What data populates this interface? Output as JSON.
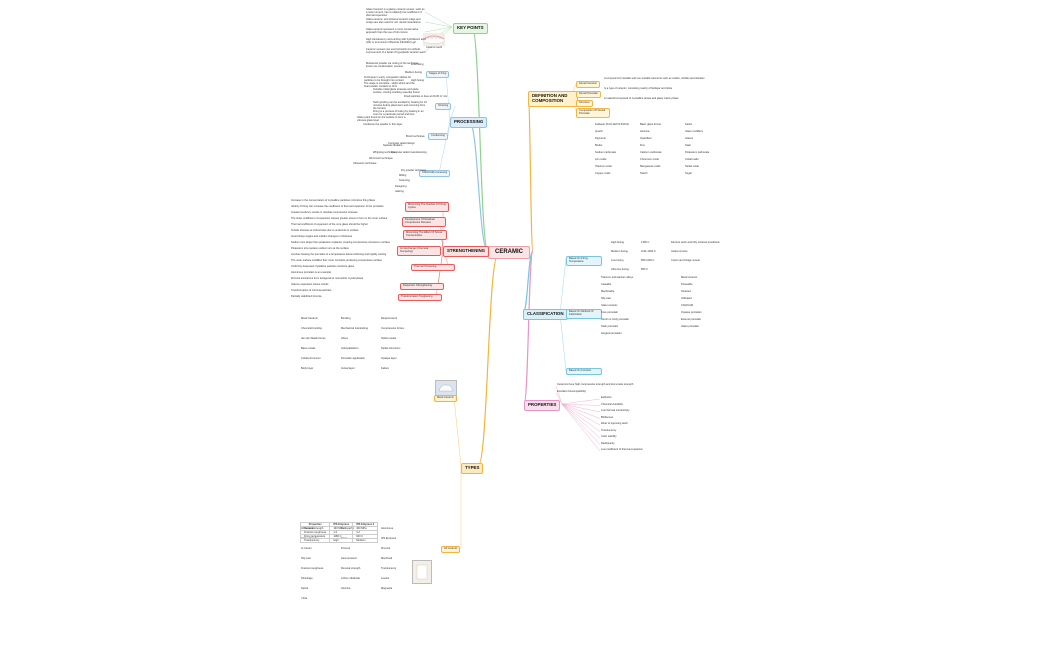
{
  "root": {
    "label": "CERAMIC"
  },
  "main": [
    {
      "id": "key",
      "label": "KEY POINTS",
      "color": "#8fd18f",
      "bg": "#e5f7e2"
    },
    {
      "id": "processing",
      "label": "PROCESSING",
      "color": "#8fc4e6",
      "bg": "#dcedfa"
    },
    {
      "id": "strengthening",
      "label": "STRENGTHENING",
      "color": "#e95b5b",
      "bg": "#fbe0e0"
    },
    {
      "id": "definition",
      "label": "DEFINITION AND COMPOSITION",
      "color": "#f0b545",
      "bg": "#fff1c9"
    },
    {
      "id": "classification",
      "label": "CLASSIFICATION",
      "color": "#77c6e0",
      "bg": "#d8f0f8"
    },
    {
      "id": "properties",
      "label": "PROPERTIES",
      "color": "#e695c5",
      "bg": "#f9e0ef"
    },
    {
      "id": "types",
      "label": "TYPES",
      "color": "#f3b43a",
      "bg": "#fde9bf"
    }
  ],
  "sub": {
    "glass_firing": "Stages of firing",
    "sintering": "Sintering",
    "condensing": "Condensing",
    "cad_cam": "CAD/CAM processing",
    "minimizing_number": "Minimizing The Number Of Firing Cycles",
    "residual_stress": "Development Of Residual Compressive Stresses",
    "minimizing_stress": "Minimizing The Effect Of Stress Concentration",
    "ion_exchange": "Ion Exchange (Chemical Tempering)",
    "thermal_tempering": "Thermal Tempering",
    "dispersion": "Dispersion Strengthening",
    "transformation": "Transformation Toughening",
    "dental_ceramic": "Dental Ceramic",
    "dental_porcelain": "Dental Porcelain",
    "structure": "Structure",
    "composition": "Composition Of Dental Porcelain",
    "based_firing": "Based On Firing Temperature",
    "based_method": "Based On Method Of Fabrication",
    "based_function": "Based On Function",
    "metal_ceramic": "Metal Ceramic",
    "all_ceramic": "All Ceramic",
    "teeth_label": "Ceramic teeth"
  },
  "key_points": [
    "Glass Ceramic is a glassy ceramic veneer, such as a resin cement, has a relatively low coefficient of thermal expansion",
    "Glass-ceramic, and sintered ceramic inlays and onlays are also used for ant. dental restorations",
    "Glass-ceramic represent a more conservative approach than the use of full crowns",
    "High translucency and etching with hydrofluoric acid (HF) or ammonium bifluoride (NH4HF2) gel",
    "Ceramic veneers are used primarily for esthetic improvement of a facial of hypoplastic anterior teeth"
  ],
  "processing_leaves": [
    "Moistened powder via mixing of the technique, known as condensation process",
    "Low fusing",
    "Medium fusing",
    "High fusing",
    "Technique in early, compaction allows for particles to be brought into contact",
    "The stage is complete - slight shrink and the final powder contacts to form",
    "Includes initial glaze stresses and glaze surface, crazing cracking area like fusion",
    "Fired particles to fuse at 20-30 C/ min",
    "Swift grinding can be avoided by heating for 10 minutes before placement and removing from the furnace",
    "Firing is a process of fusing by heating in an oven for a particular period and time",
    "Glaze paint found on the surface to form a vitreous glass layer",
    "Condense the powder in thin layer",
    "Brush technique",
    "Spatula vibration",
    "Whipping technique",
    "Wet brush technique",
    "Ultrasonic technique",
    "Dry powder technique",
    "Computer aided design",
    "Computer aided manufacturing",
    "Milling",
    "Scanning",
    "Designing",
    "Glazing"
  ],
  "strength_leaves": [
    "Increase in the concentration of crystalline particles minimizes firing flaws",
    "Variety of firing can increase the coefficient of thermal expansion of the porcelain",
    "Greater tendency results in residual compressive stresses",
    "The lower coefficient of expansion causes greater stress to form in the inner surface",
    "Thermal coefficient of expansion of the core glass should be higher",
    "Tensile stresses at critical sites due to undercuts in surface",
    "Avoid sharp angles and sudden changes in thickness",
    "Sodium ions larger than potassium replaced, creating compressive stresses in surface",
    "Potassium ions replace sodium ions at the surface",
    "Involves heating the porcelain to a temperature below softening and rapidly cooling",
    "The outer surface solidifies first; inner contracts producing compressive surface",
    "Uniformly dispersed crystalline particles reinforce glass",
    "Aluminous porcelain is an example",
    "Zirconia transforms from tetragonal to monoclinic crystal phase",
    "Volume expansion closes cracks",
    "Transformation of zirconia particles",
    "Partially stabilized zirconia"
  ],
  "definition_leaves": [
    "A compound of metallic and non-metallic elements such as oxides, nitrides and silicates",
    "Is a type of ceramic, consisting mainly of feldspar and silica",
    "A material composed of crystalline phase and glass matrix phase",
    "Feldspar (K2O-Al2O3-6SiO2)",
    "Basic glass former",
    "Kaolin",
    "Quartz",
    "Alumina",
    "Glass modifiers",
    "Pigments",
    "Opacifiers",
    "Glazes",
    "Binder",
    "Flux",
    "Stain",
    "Sodium carbonate",
    "Calcium carbonate",
    "Potassium carbonate",
    "Iron oxide",
    "Chromium oxide",
    "Cobalt salts",
    "Titanium oxide",
    "Manganese oxide",
    "Nickel oxide",
    "Copper oxide",
    "Starch",
    "Sugar"
  ],
  "class_leaves": [
    "High fusing",
    "1300 C",
    "Denture teeth and fully sintered prosthesis",
    "Medium fusing",
    "1101-1300 C",
    "Jacket crowns",
    "Low fusing",
    "850-1100 C",
    "Crown and bridge veneer",
    "Ultra low fusing",
    "850 C",
    "Titanium and titanium alloys",
    "Metal ceramic",
    "Castable",
    "Pressable",
    "Machinable",
    "Sintered",
    "Slip cast",
    "Infiltrated",
    "Glass ceramic",
    "CAD/CAM",
    "Core porcelain",
    "Opaque porcelain",
    "Dentin or body porcelain",
    "Enamel porcelain",
    "Stain porcelain",
    "Glaze porcelain",
    "Gingival porcelain"
  ],
  "prop_leaves": [
    "Ceramics have high compressive strength and low tensile strength",
    "Excellent biocompatibility",
    "Esthetics",
    "Chemical durability",
    "Low thermal conductivity",
    "Brittleness",
    "Wear of opposing teeth",
    "Translucency",
    "Color stability",
    "Radiopacity",
    "Low coefficient of thermal expansion"
  ],
  "types_leaves": [
    "Metal Ceramic",
    "Bonding",
    "Requirements",
    "Chemical bonding",
    "Mechanical interlocking",
    "Compressive forces",
    "Van der Waals forces",
    "Alloys",
    "Noble metals",
    "Base metals",
    "Gold-palladium",
    "Nickel-chromium",
    "Cobalt-chromium",
    "Porcelain application",
    "Opaque layer",
    "Body layer",
    "Incisal layer",
    "Failure",
    "All Ceramic",
    "Feldspathic",
    "Aluminous",
    "Glass ceramic",
    "Dicor",
    "IPS Empress",
    "In-Ceram",
    "Procera",
    "Zirconia",
    "Slip cast",
    "Heat pressed",
    "Machined",
    "Fracture toughness",
    "Flexural strength",
    "Translucency",
    "Shrinkage",
    "Lithium disilicate",
    "Leucite",
    "Spinel",
    "Alumina",
    "Magnesia",
    "Yttria"
  ],
  "table": {
    "headers": [
      "Properties",
      "IPS Empress",
      "IPS Empress 2"
    ],
    "rows": [
      [
        "Flexural strength",
        "160 MPa",
        "400 MPa"
      ],
      [
        "Fracture toughness",
        "1.3",
        "3.2"
      ],
      [
        "Firing temperature",
        "1180 C",
        "920 C"
      ],
      [
        "Translucency",
        "High",
        "Medium"
      ]
    ]
  }
}
